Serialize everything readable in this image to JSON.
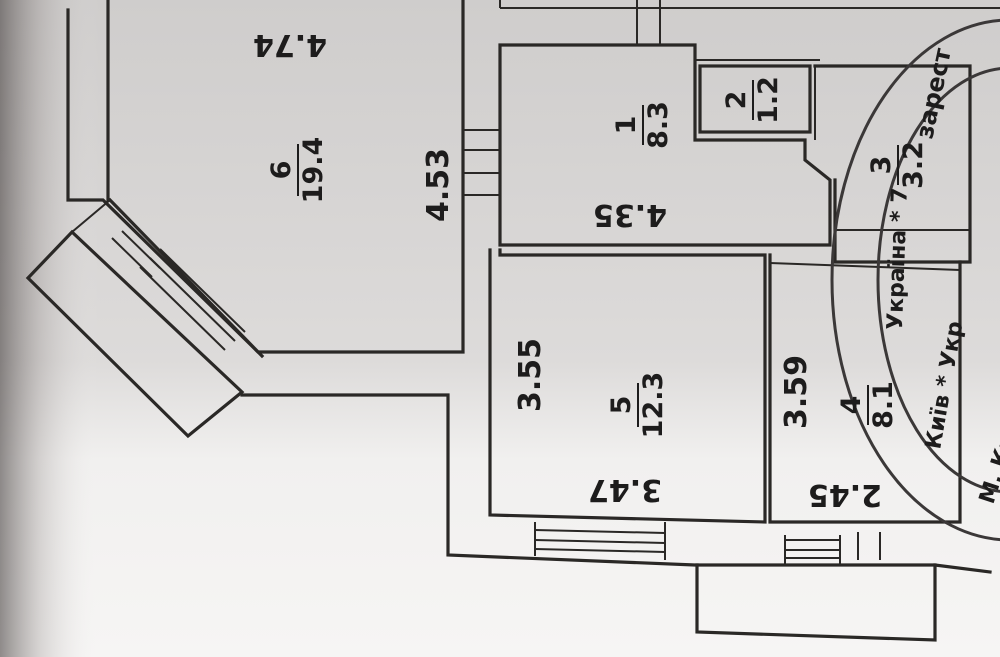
{
  "plan": {
    "rooms": [
      {
        "id": "6",
        "number": "6",
        "area": "19.4"
      },
      {
        "id": "1",
        "number": "1",
        "area": "8.3"
      },
      {
        "id": "2",
        "number": "2",
        "area": "1.2"
      },
      {
        "id": "3",
        "number": "3",
        "area": "3.2"
      },
      {
        "id": "5",
        "number": "5",
        "area": "12.3"
      },
      {
        "id": "4",
        "number": "4",
        "area": "8.1"
      }
    ],
    "dimensions": {
      "room6_top": "4.74",
      "room6_right": "4.53",
      "room1_bottom": "4.35",
      "room5_left": "3.55",
      "room5_bottom": "3.47",
      "room4_left": "3.59",
      "room4_bottom": "2.45"
    },
    "stamp_text": {
      "upper": "зарест",
      "middle": "Україна * 7",
      "lower": "Київ * Укр",
      "right": "М. Ки"
    }
  }
}
